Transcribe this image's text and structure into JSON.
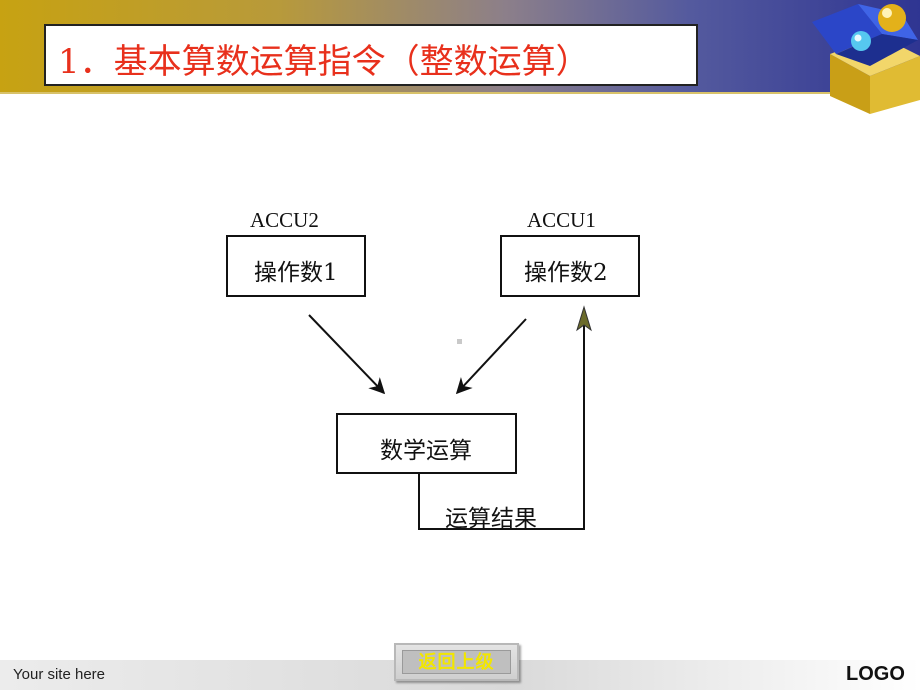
{
  "slide": {
    "title": "1．基本算数运算指令（整数运算）",
    "footer_site": "Your site here",
    "footer_logo": "LOGO",
    "back_button": "返回上级"
  },
  "diagram": {
    "operand1": {
      "register": "ACCU2",
      "label": "操作数1"
    },
    "operand2": {
      "register": "ACCU1",
      "label": "操作数2"
    },
    "operation": {
      "label": "数学运算"
    },
    "result": {
      "label": "运算结果"
    }
  },
  "colors": {
    "title_text": "#e8301c",
    "header_gold": "#c7a212",
    "header_blue": "#2f3592",
    "button_text": "#f2e600",
    "result_arrowhead": "#6b6b2a"
  }
}
